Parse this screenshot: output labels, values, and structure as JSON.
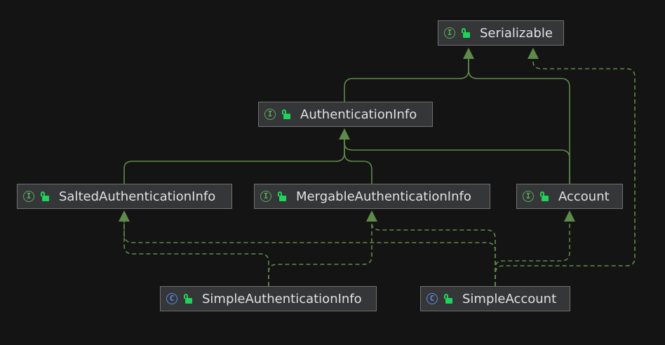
{
  "diagram": {
    "colors": {
      "background": "#141414",
      "edge": "#5e8a4a",
      "node_fill": "#353638",
      "node_border": "#6f7072",
      "text": "#dfe1e5",
      "interface_badge": "#5fa85f",
      "class_badge": "#5b8ee6",
      "visibility_icon": "#1fd35a"
    },
    "nodes": [
      {
        "id": "serializable",
        "label": "Serializable",
        "kind": "interface",
        "kind_letter": "I",
        "icon": "public-visibility-icon"
      },
      {
        "id": "authentication-info",
        "label": "AuthenticationInfo",
        "kind": "interface",
        "kind_letter": "I",
        "icon": "public-visibility-icon"
      },
      {
        "id": "salted-authentication-info",
        "label": "SaltedAuthenticationInfo",
        "kind": "interface",
        "kind_letter": "I",
        "icon": "public-visibility-icon"
      },
      {
        "id": "mergable-authentication-info",
        "label": "MergableAuthenticationInfo",
        "kind": "interface",
        "kind_letter": "I",
        "icon": "public-visibility-icon"
      },
      {
        "id": "account",
        "label": "Account",
        "kind": "interface",
        "kind_letter": "I",
        "icon": "public-visibility-icon"
      },
      {
        "id": "simple-authentication-info",
        "label": "SimpleAuthenticationInfo",
        "kind": "class",
        "kind_letter": "C",
        "icon": "public-visibility-icon"
      },
      {
        "id": "simple-account",
        "label": "SimpleAccount",
        "kind": "class",
        "kind_letter": "C",
        "icon": "public-visibility-icon"
      }
    ],
    "edges": [
      {
        "from": "authentication-info",
        "to": "serializable",
        "type": "extends"
      },
      {
        "from": "account",
        "to": "serializable",
        "type": "extends"
      },
      {
        "from": "salted-authentication-info",
        "to": "authentication-info",
        "type": "extends"
      },
      {
        "from": "mergable-authentication-info",
        "to": "authentication-info",
        "type": "extends"
      },
      {
        "from": "account",
        "to": "authentication-info",
        "type": "extends"
      },
      {
        "from": "simple-authentication-info",
        "to": "salted-authentication-info",
        "type": "implements"
      },
      {
        "from": "simple-authentication-info",
        "to": "mergable-authentication-info",
        "type": "implements"
      },
      {
        "from": "simple-account",
        "to": "salted-authentication-info",
        "type": "implements"
      },
      {
        "from": "simple-account",
        "to": "mergable-authentication-info",
        "type": "implements"
      },
      {
        "from": "simple-account",
        "to": "account",
        "type": "implements"
      },
      {
        "from": "simple-account",
        "to": "serializable",
        "type": "implements"
      }
    ]
  }
}
